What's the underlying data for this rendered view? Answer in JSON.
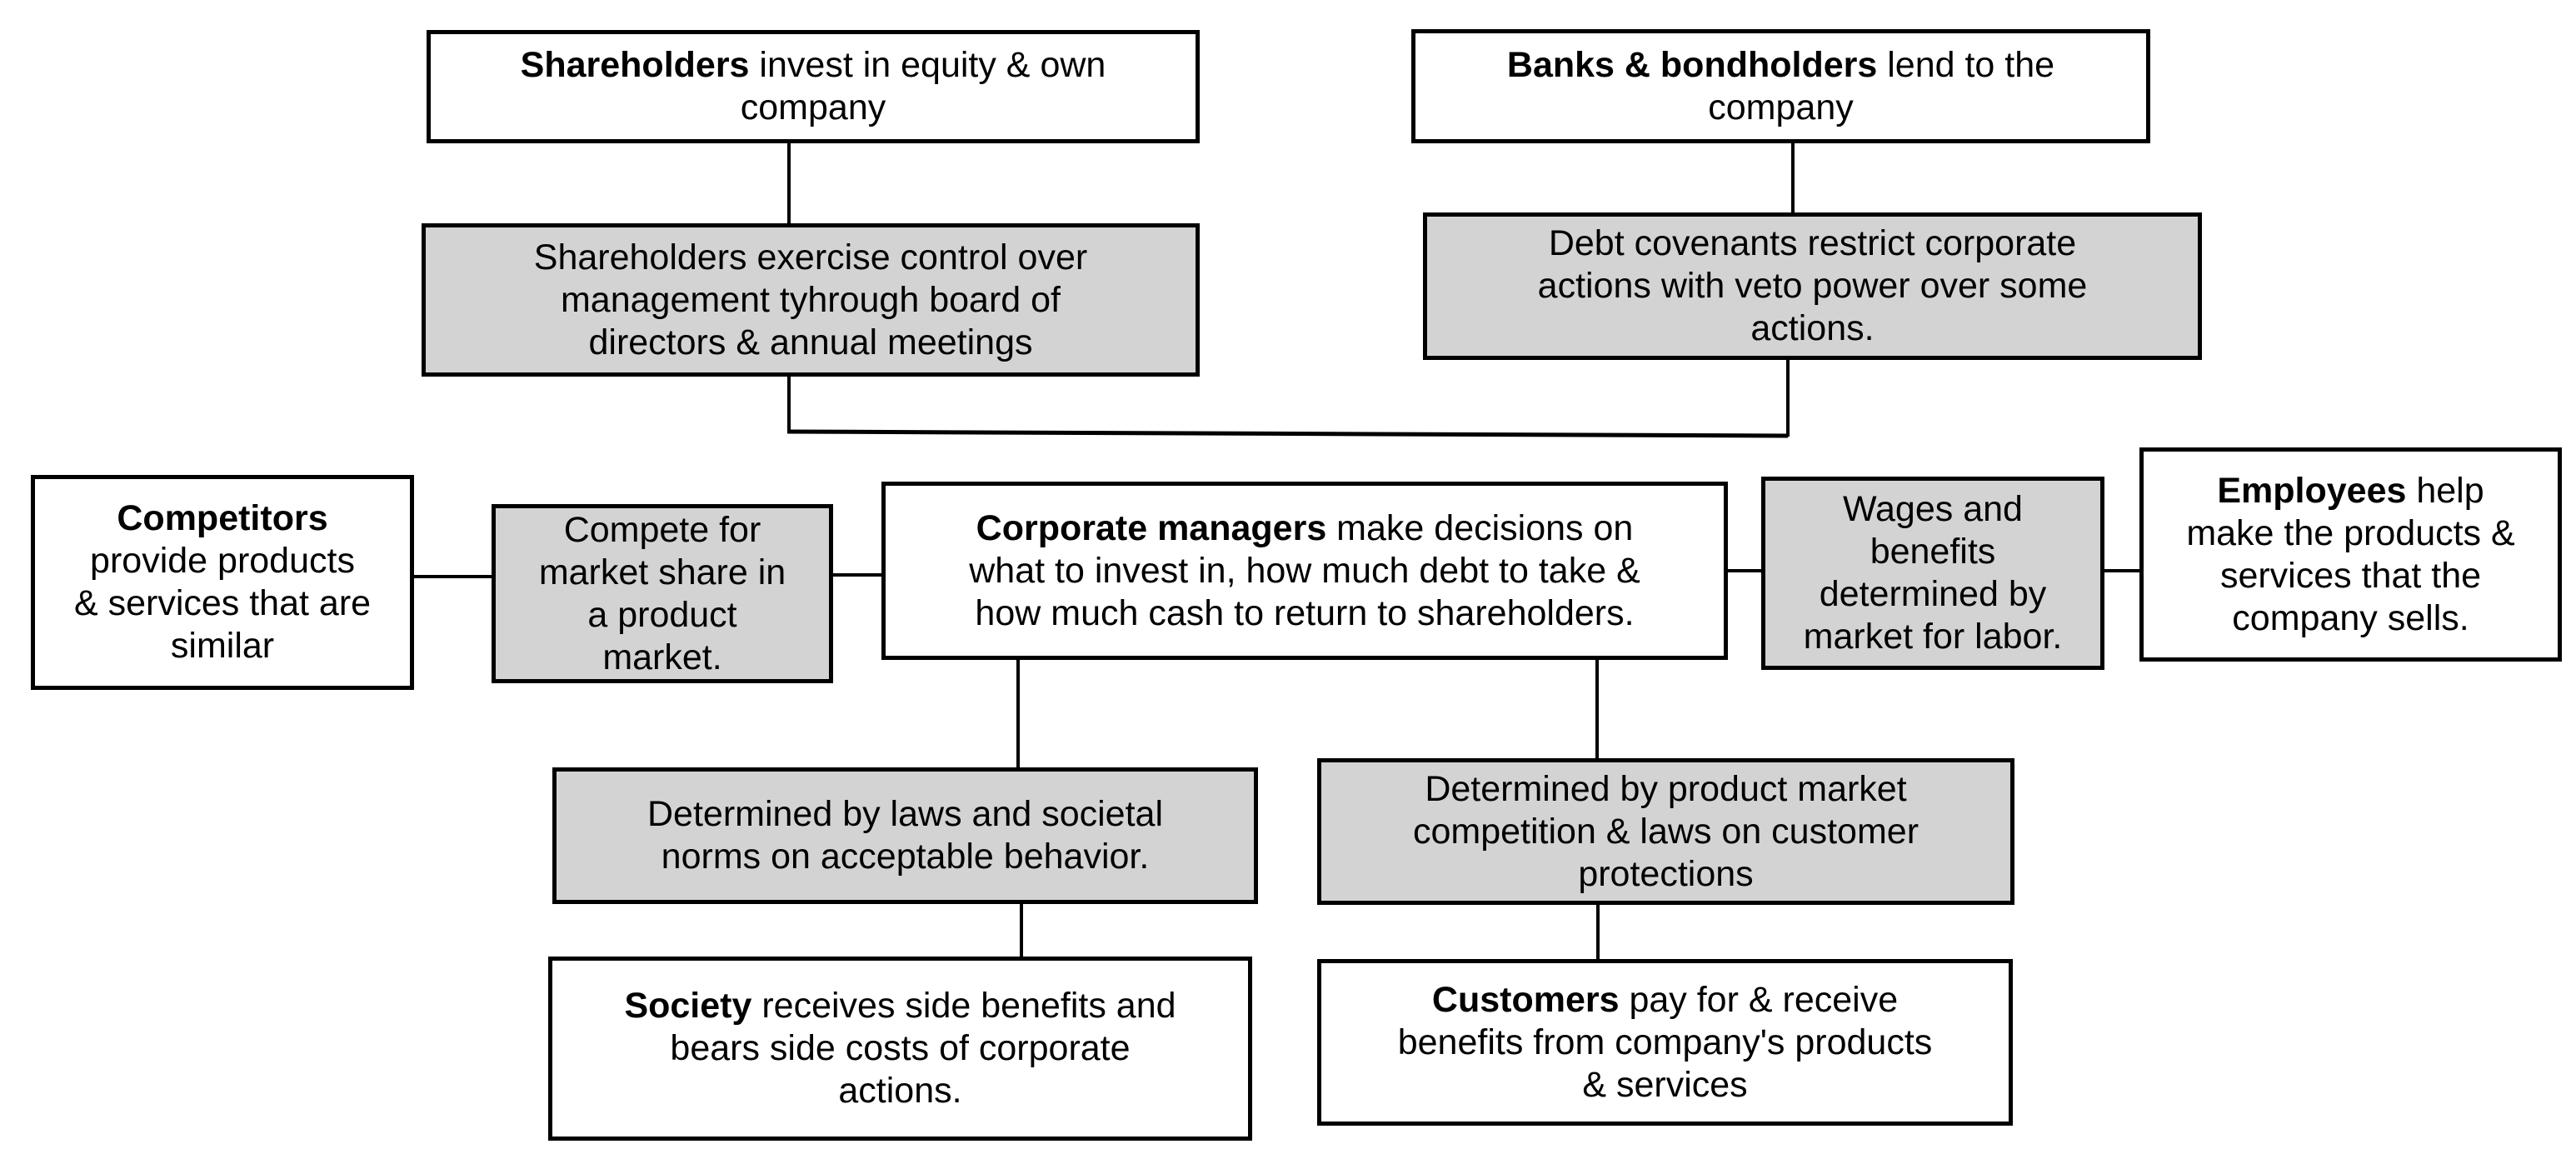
{
  "title": "Corporate stakeholder relationships diagram",
  "colors": {
    "white_fill": "#ffffff",
    "gray_fill": "#d3d3d3",
    "border": "#000000",
    "line": "#000000",
    "background": "#ffffff"
  },
  "boxes": {
    "shareholders": {
      "bold": "Shareholders",
      "rest": " invest in equity & own\ncompany"
    },
    "banks": {
      "bold": "Banks & bondholders",
      "rest": " lend to the\ncompany"
    },
    "shareholder_control": {
      "text": "Shareholders exercise control over\nmanagement tyhrough board of\ndirectors & annual meetings"
    },
    "debt_covenants": {
      "text": "Debt covenants restrict corporate\nactions with veto power over some\nactions."
    },
    "competitors": {
      "bold": "Competitors",
      "rest": "\nprovide products\n& services that are\nsimilar"
    },
    "compete_market": {
      "text": "Compete for\nmarket share in\na product\nmarket."
    },
    "corporate_managers": {
      "bold": "Corporate managers",
      "rest": " make decisions on\nwhat to invest in, how much debt to take &\nhow much cash to return to shareholders."
    },
    "wages_benefits": {
      "text": "Wages and\nbenefits\ndetermined by\nmarket for labor."
    },
    "employees": {
      "bold": "Employees",
      "rest": " help\nmake the products &\nservices that the\ncompany sells."
    },
    "laws_norms": {
      "text": "Determined by laws and societal\nnorms on acceptable behavior."
    },
    "product_market": {
      "text": "Determined by product market\ncompetition & laws on customer\nprotections"
    },
    "society": {
      "bold": "Society",
      "rest": " receives side benefits and\nbears side costs of corporate\nactions."
    },
    "customers": {
      "bold": "Customers",
      "rest": " pay for & receive\nbenefits from  company's products\n& services"
    }
  }
}
